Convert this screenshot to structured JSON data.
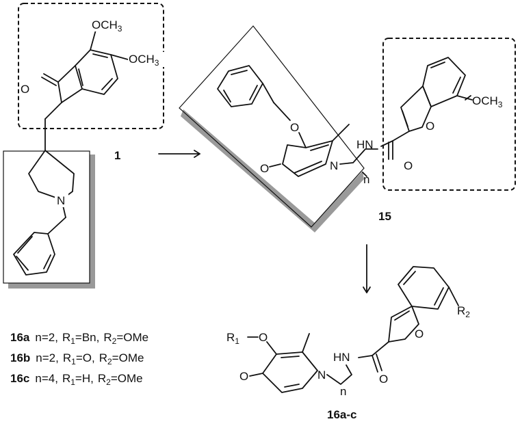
{
  "compounds": {
    "c1": "1",
    "c15": "15",
    "c16": "16a-c"
  },
  "atoms": {
    "O": "O",
    "N": "N",
    "HN": "HN",
    "n": "n",
    "OCH": "OCH",
    "CH": "CH",
    "sub3": "3",
    "R": "R",
    "sub1": "1",
    "sub2": "2"
  },
  "legend": [
    {
      "id": "16a",
      "n": "n=2,",
      "r1": "R",
      "r1sub": "1",
      "r1val": "=Bn,",
      "r2": "R",
      "r2sub": "2",
      "r2val": "=OMe"
    },
    {
      "id": "16b",
      "n": "n=2,",
      "r1": "R",
      "r1sub": "1",
      "r1val": "=O,",
      "r2": "R",
      "r2sub": "2",
      "r2val": "=OMe"
    },
    {
      "id": "16c",
      "n": "n=4,",
      "r1": "R",
      "r1sub": "1",
      "r1val": "=H,",
      "r2": "R",
      "r2sub": "2",
      "r2val": "=OMe"
    }
  ]
}
